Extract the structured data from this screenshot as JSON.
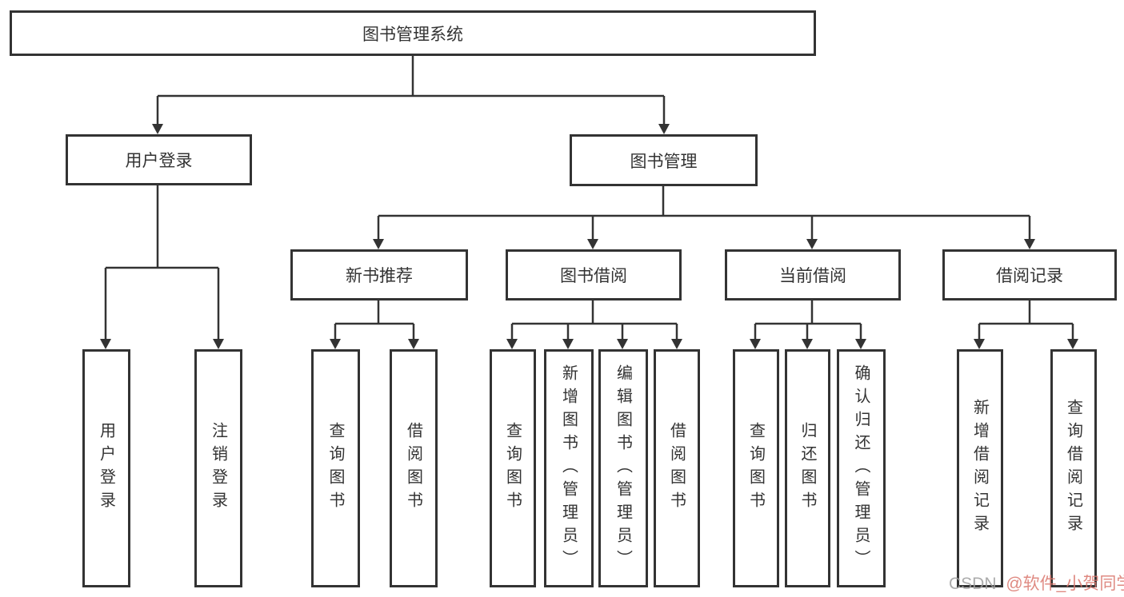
{
  "colors": {
    "line": "#333333",
    "box_border": "#333333",
    "box_background": "#ffffff",
    "text": "#333333",
    "watermark_site": "#9e9e9e",
    "watermark_user": "#d9766c"
  },
  "tree": {
    "root": "图书管理系统",
    "level2": [
      {
        "label": "用户登录",
        "children": [
          "用户登录",
          "注销登录"
        ]
      },
      {
        "label": "图书管理",
        "children": [
          {
            "label": "新书推荐",
            "children": [
              "查询图书",
              "借阅图书"
            ]
          },
          {
            "label": "图书借阅",
            "children": [
              "查询图书",
              "新增图书（管理员）",
              "编辑图书（管理员）",
              "借阅图书"
            ]
          },
          {
            "label": "当前借阅",
            "children": [
              "查询图书",
              "归还图书",
              "确认归还（管理员）"
            ]
          },
          {
            "label": "借阅记录",
            "children": [
              "新增借阅记录",
              "查询借阅记录"
            ]
          }
        ]
      }
    ]
  },
  "watermark": {
    "site": "CSDN",
    "user": "@软件_小贺同学"
  }
}
